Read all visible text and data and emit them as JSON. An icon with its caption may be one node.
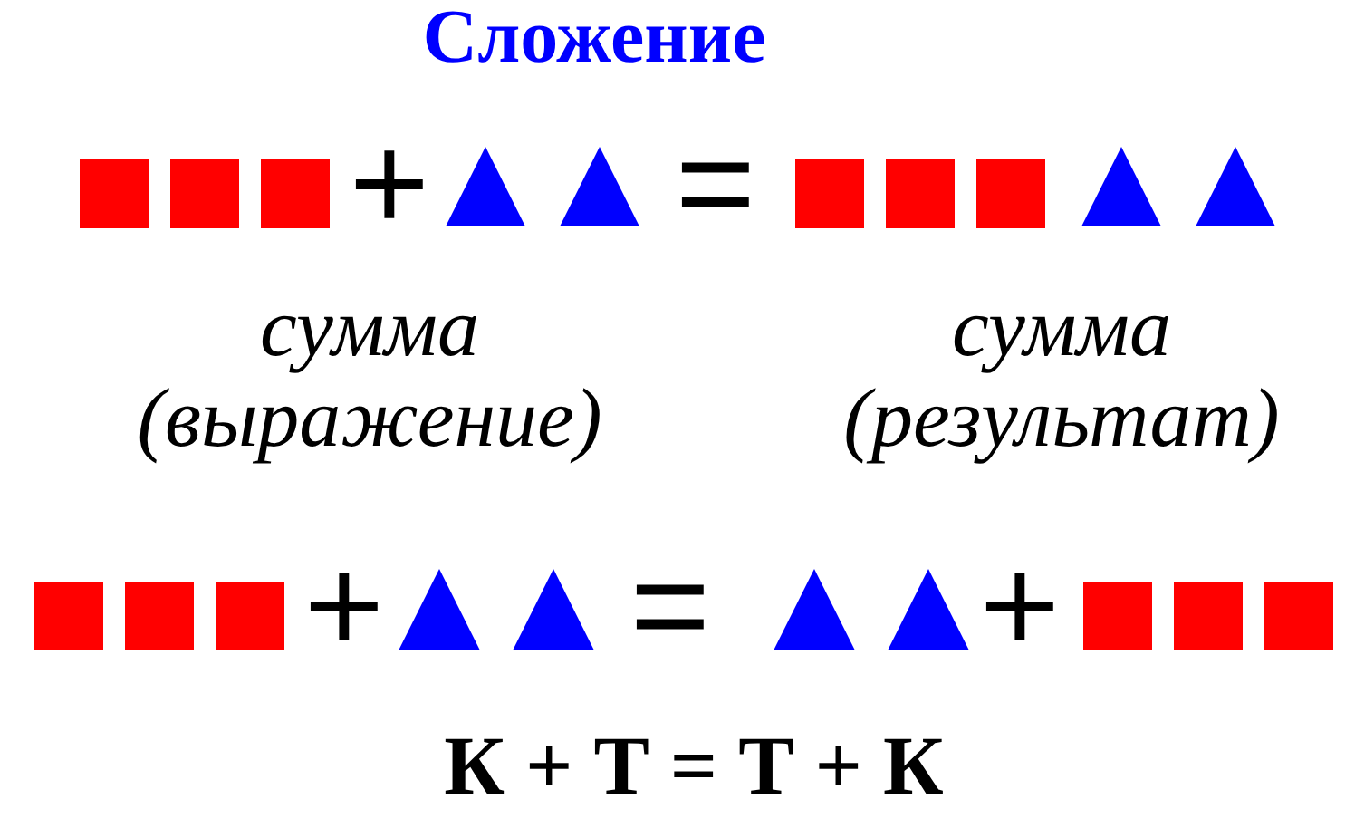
{
  "diagram": {
    "title": "Сложение",
    "labels": [
      "+",
      "=",
      "сумма (выражение)",
      "сумма (результат)",
      "+",
      "=",
      "+",
      "К + Т = Т + К"
    ]
  }
}
